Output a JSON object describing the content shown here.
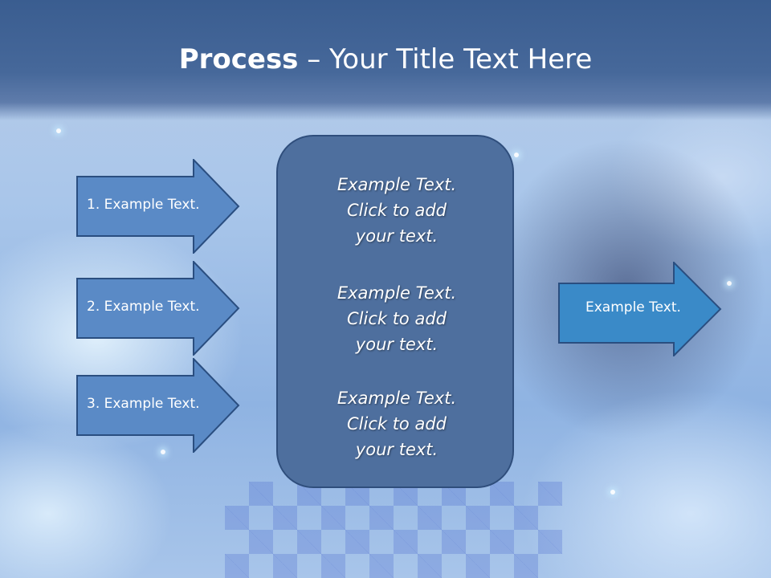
{
  "title": {
    "bold": "Process",
    "rest": " – Your Title Text Here"
  },
  "left_arrows": [
    {
      "label": "1. Example Text."
    },
    {
      "label": "2. Example Text."
    },
    {
      "label": "3. Example Text."
    }
  ],
  "center_box": {
    "blocks": [
      {
        "lines": [
          "Example Text.",
          "Click  to add",
          "your text."
        ]
      },
      {
        "lines": [
          "Example Text.",
          "Click  to add",
          "your text."
        ]
      },
      {
        "lines": [
          "Example Text.",
          "Click  to add",
          "your text."
        ]
      }
    ]
  },
  "right_arrow": {
    "label": "Example Text."
  },
  "colors": {
    "left_arrow_fill": "#5a8ac6",
    "right_arrow_fill": "#3a8ac8",
    "arrow_border": "#2a4e80",
    "center_box_fill": "#4e6f9e",
    "title_band": "#3f6195"
  }
}
